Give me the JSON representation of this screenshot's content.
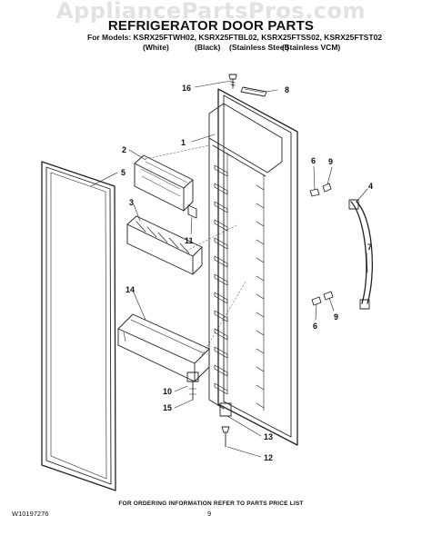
{
  "header": {
    "watermark": "AppliancePartsPros.com",
    "title": "REFRIGERATOR DOOR PARTS",
    "models_line": "For Models: KSRX25FTWH02, KSRX25FTBL02, KSRX25FTSS02, KSRX25FTST02",
    "variants": [
      "(White)",
      "(Black)",
      "(Stainless Steel)",
      "(Stainless VCM)"
    ]
  },
  "callouts": [
    "16",
    "8",
    "1",
    "2",
    "5",
    "6",
    "9",
    "4",
    "3",
    "7",
    "11",
    "14",
    "6",
    "9",
    "10",
    "15",
    "13",
    "12"
  ],
  "footer": {
    "ordering_note": "FOR ORDERING INFORMATION REFER TO PARTS PRICE LIST",
    "doc_number": "W10197276",
    "page_number": "9"
  }
}
